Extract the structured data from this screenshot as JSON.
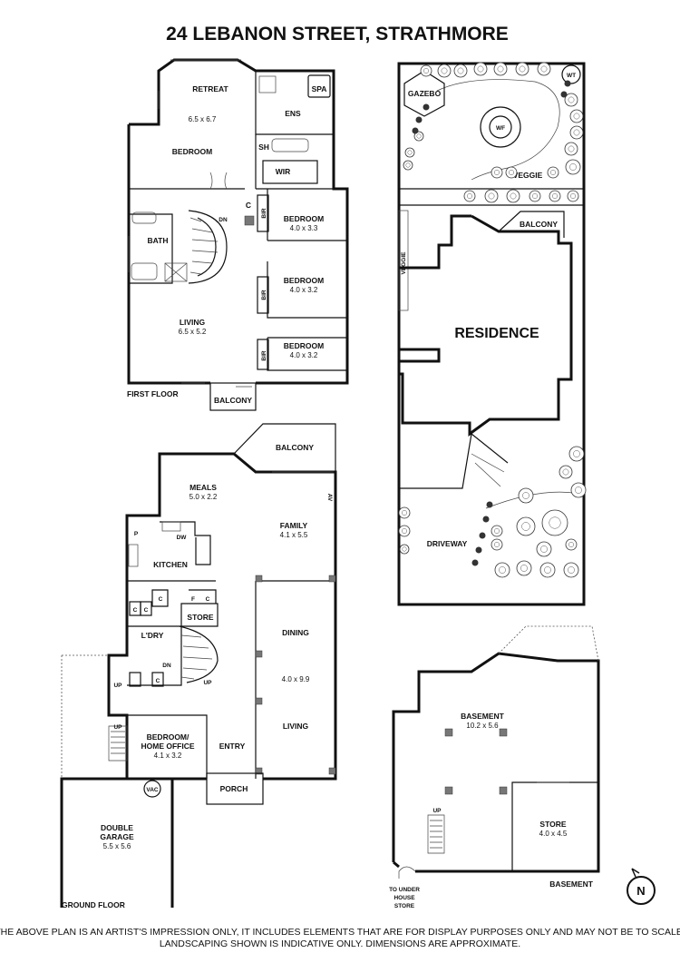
{
  "title": "24 LEBANON STREET, STRATHMORE",
  "first_floor": {
    "floor_label": "FIRST FLOOR",
    "rooms": {
      "retreat": "RETREAT",
      "retreat_dim": "6.5 x 6.7",
      "master_bedroom": "BEDROOM",
      "ens": "ENS",
      "spa": "SPA",
      "sh": "SH",
      "wir": "WIR",
      "c": "C",
      "bath": "BATH",
      "dn": "DN",
      "living": "LIVING",
      "living_dim": "6.5 x 5.2",
      "bedroom1": "BEDROOM",
      "bedroom1_dim": "4.0 x 3.3",
      "bedroom2": "BEDROOM",
      "bedroom2_dim": "4.0 x 3.2",
      "bedroom3": "BEDROOM",
      "bedroom3_dim": "4.0 x 3.2",
      "bir": "BIR",
      "balcony": "BALCONY"
    }
  },
  "ground_floor": {
    "floor_label": "GROUND FLOOR",
    "rooms": {
      "balcony": "BALCONY",
      "meals": "MEALS",
      "meals_dim": "5.0 x 2.2",
      "family": "FAMILY",
      "family_dim": "4.1 x 5.5",
      "av": "AV",
      "kitchen": "KITCHEN",
      "dw": "DW",
      "p": "P",
      "c": "C",
      "f": "F",
      "store": "STORE",
      "ldry": "L'DRY",
      "dn": "DN",
      "up": "UP",
      "dining": "DINING",
      "dining_living_dim": "4.0 x 9.9",
      "living": "LIVING",
      "bedroom_office": "BEDROOM/",
      "bedroom_office_2": "HOME OFFICE",
      "bedroom_office_dim": "4.1 x 3.2",
      "entry": "ENTRY",
      "porch": "PORCH",
      "vac": "VAC",
      "double_garage": "DOUBLE",
      "double_garage_2": "GARAGE",
      "garage_dim": "5.5 x 5.6"
    }
  },
  "site": {
    "gazebo": "GAZEBO",
    "wt": "WT",
    "wf": "WF",
    "veggie": "VEGGIE",
    "veggie_side": "VEGGIE",
    "balcony": "BALCONY",
    "residence": "RESIDENCE",
    "driveway": "DRIVEWAY"
  },
  "basement": {
    "floor_label": "BASEMENT",
    "basement": "BASEMENT",
    "basement_dim": "10.2 x 5.6",
    "store": "STORE",
    "store_dim": "4.0 x 4.5",
    "up": "UP",
    "to_under_1": "TO UNDER",
    "to_under_2": "HOUSE",
    "to_under_3": "STORE"
  },
  "north": "N",
  "disclaimer_line1": "THE ABOVE PLAN IS AN ARTIST'S IMPRESSION ONLY, IT INCLUDES ELEMENTS THAT ARE FOR DISPLAY PURPOSES ONLY AND MAY NOT BE TO SCALE.",
  "disclaimer_line2": "LANDSCAPING SHOWN IS INDICATIVE ONLY. DIMENSIONS ARE APPROXIMATE."
}
